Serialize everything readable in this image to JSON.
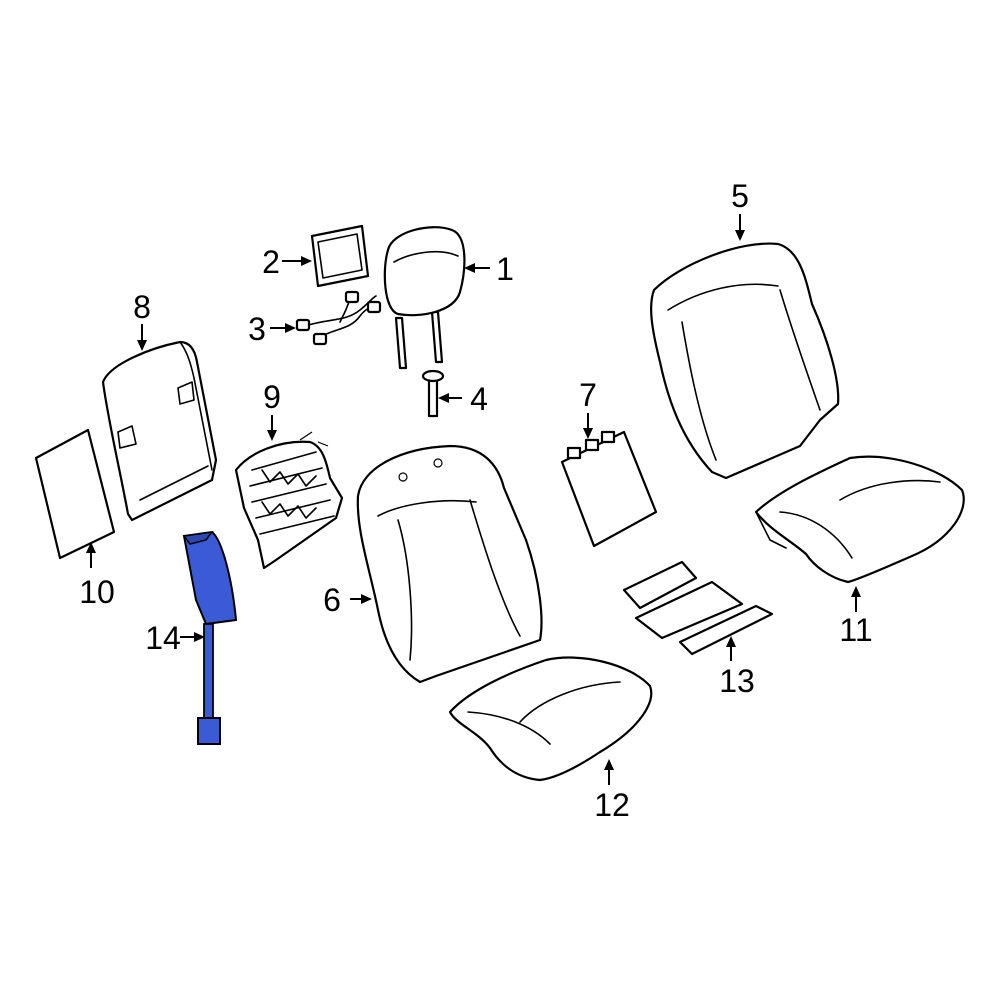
{
  "diagram": {
    "highlight_color": "#3a5ad6",
    "highlighted_part": "14",
    "callouts": [
      {
        "id": "c1",
        "label": "1"
      },
      {
        "id": "c2",
        "label": "2"
      },
      {
        "id": "c3",
        "label": "3"
      },
      {
        "id": "c4",
        "label": "4"
      },
      {
        "id": "c5",
        "label": "5"
      },
      {
        "id": "c6",
        "label": "6"
      },
      {
        "id": "c7",
        "label": "7"
      },
      {
        "id": "c8",
        "label": "8"
      },
      {
        "id": "c9",
        "label": "9"
      },
      {
        "id": "c10",
        "label": "10"
      },
      {
        "id": "c11",
        "label": "11"
      },
      {
        "id": "c12",
        "label": "12"
      },
      {
        "id": "c13",
        "label": "13"
      },
      {
        "id": "c14",
        "label": "14"
      }
    ]
  }
}
